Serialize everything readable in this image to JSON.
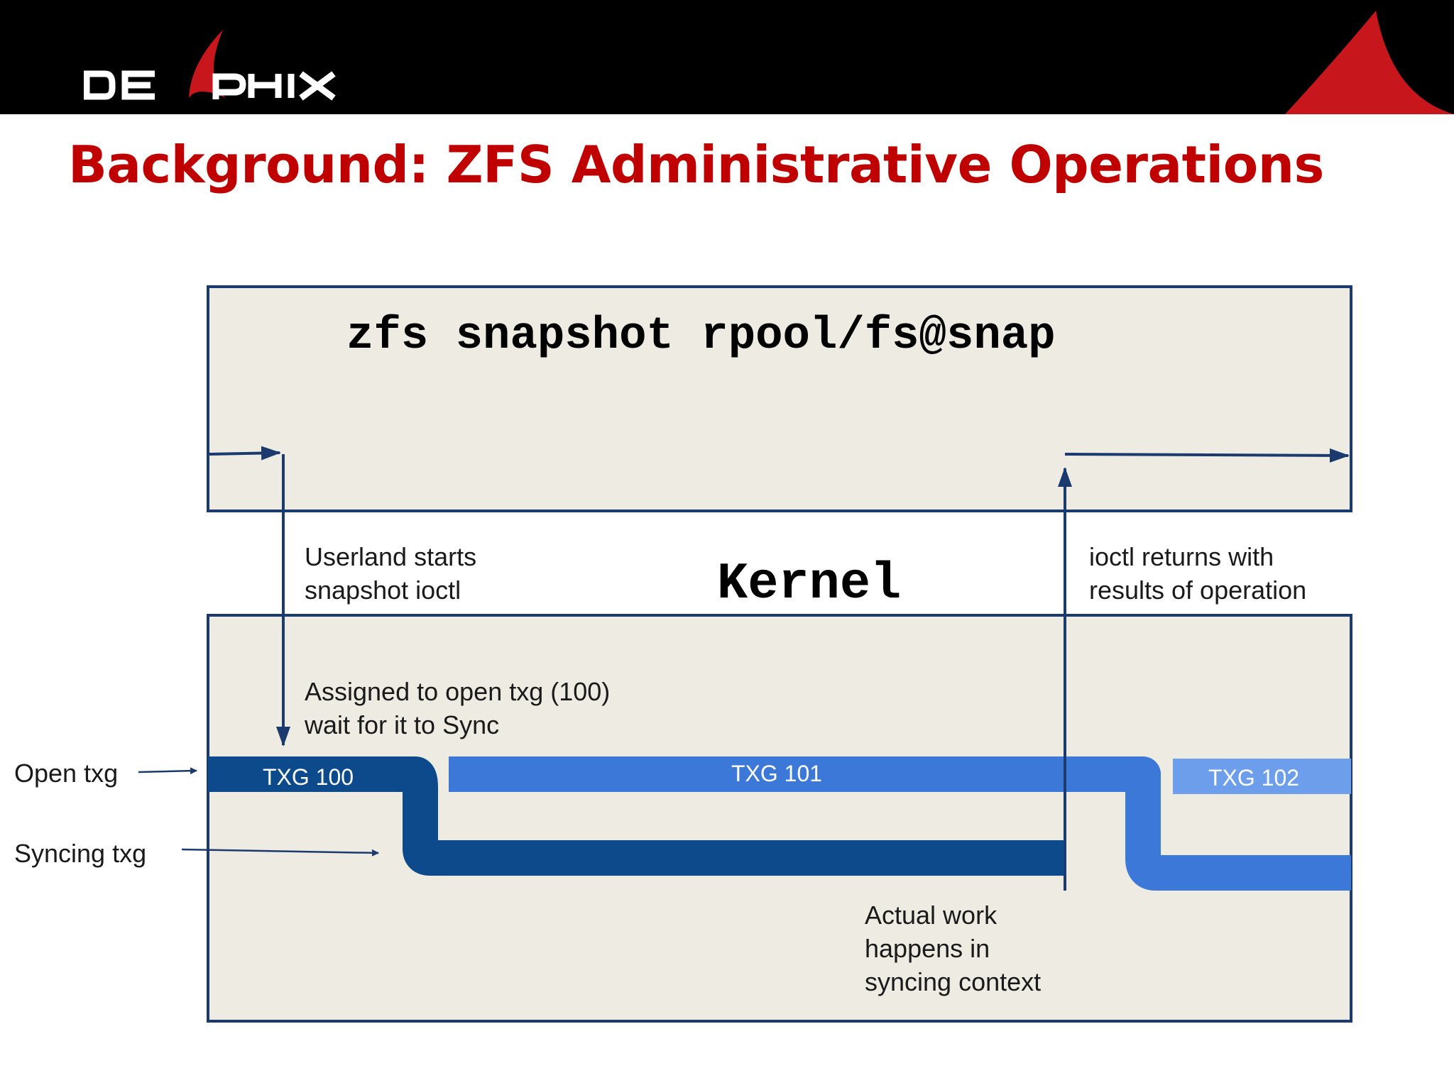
{
  "title": "Background: ZFS Administrative Operations",
  "logo": {
    "text": "DELPHIX"
  },
  "colors": {
    "title": "#c00000",
    "brand_red": "#c8161d",
    "panel_fill": "#eeebe3",
    "panel_border": "#1b3a6e",
    "txg100": "#0c4a8c",
    "txg101": "#3c78d8",
    "txg102": "#6d9eeb",
    "arrow": "#1b3a6e"
  },
  "userland": {
    "command": "zfs snapshot rpool/fs@snap"
  },
  "kernel": {
    "label": "Kernel"
  },
  "annotations": {
    "userland_starts": [
      "Userland starts",
      "snapshot ioctl"
    ],
    "ioctl_returns": [
      "ioctl returns with",
      "results of operation"
    ],
    "assigned": [
      "Assigned to open txg (100)",
      "wait for it to Sync"
    ],
    "actual_work": [
      "Actual work",
      "happens in",
      "syncing context"
    ]
  },
  "txgs": {
    "txg100": "TXG 100",
    "txg101": "TXG 101",
    "txg102": "TXG 102"
  },
  "side_labels": {
    "open_txg": "Open txg",
    "syncing_txg": "Syncing txg"
  }
}
